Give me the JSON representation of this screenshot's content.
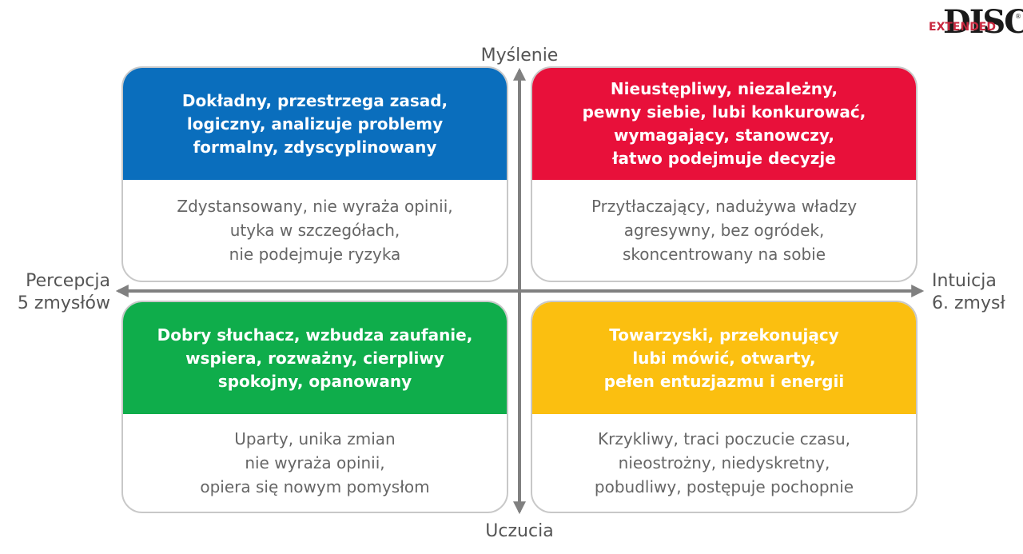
{
  "logo": {
    "main": "DISC",
    "sub": "EXTENDED",
    "mark": "®"
  },
  "axes": {
    "top": "Myślenie",
    "bottom": "Uczucia",
    "left": [
      "Percepcja",
      "5 zmysłów"
    ],
    "right": [
      "Intuicja",
      "6. zmysł"
    ]
  },
  "quadrants": {
    "top_left": {
      "color": "#0a6ebd",
      "strengths": [
        "Dokładny, przestrzega zasad,",
        "logiczny, analizuje problemy",
        "formalny, zdyscyplinowany"
      ],
      "weaknesses": [
        "Zdystansowany, nie wyraża opinii,",
        "utyka w szczegółach,",
        "nie podejmuje ryzyka"
      ]
    },
    "top_right": {
      "color": "#e8103a",
      "strengths": [
        "Nieustępliwy, niezależny,",
        "pewny siebie, lubi konkurować,",
        "wymagający, stanowczy,",
        "łatwo podejmuje decyzje"
      ],
      "weaknesses": [
        "Przytłaczający, nadużywa władzy",
        "agresywny, bez ogródek,",
        "skoncentrowany na sobie"
      ]
    },
    "bottom_left": {
      "color": "#0fad4b",
      "strengths": [
        "Dobry słuchacz, wzbudza zaufanie,",
        "wspiera, rozważny, cierpliwy",
        "spokojny, opanowany"
      ],
      "weaknesses": [
        "Uparty, unika zmian",
        "nie wyraża opinii,",
        "opiera się nowym pomysłom"
      ]
    },
    "bottom_right": {
      "color": "#fbbf10",
      "strengths": [
        "Towarzyski, przekonujący",
        "lubi mówić, otwarty,",
        "pełen entuzjazmu i energii"
      ],
      "weaknesses": [
        "Krzykliwy, traci poczucie czasu,",
        "nieostrożny, niedyskretny,",
        "pobudliwy, postępuje pochopnie"
      ]
    }
  }
}
